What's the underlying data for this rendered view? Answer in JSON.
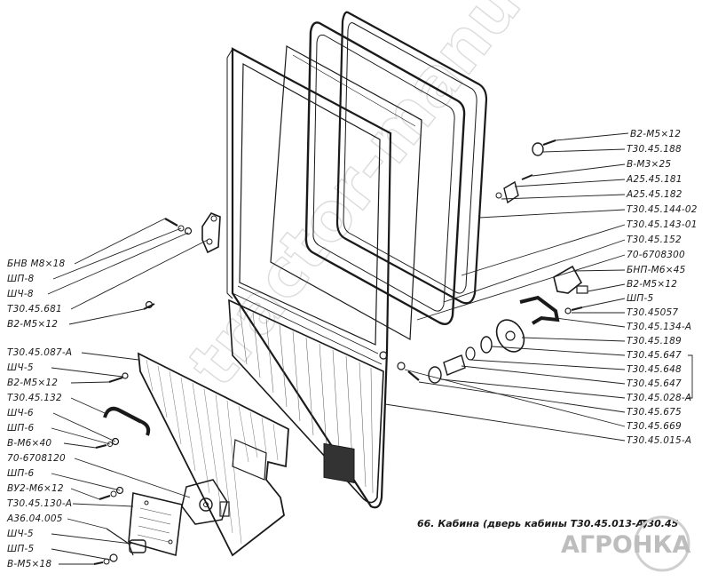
{
  "caption": "66. Кабина (дверь кабины Т30.45.013-А)",
  "code": "Т30.45",
  "watermark": "tractor-manual",
  "logo": {
    "text": "АГРОНКА"
  },
  "labels_right": [
    "В2-М5×12",
    "Т30.45.188",
    "В-М3×25",
    "А25.45.181",
    "А25.45.182",
    "Т30.45.144-02",
    "Т30.45.143-01",
    "Т30.45.152",
    "70-6708300",
    "БНП-М6×45",
    "В2-М5×12",
    "ШП-5",
    "Т30.45057",
    "Т30.45.134-А",
    "Т30.45.189",
    "Т30.45.647",
    "Т30.45.648",
    "Т30.45.647",
    "Т30.45.028-А",
    "Т30.45.675",
    "Т30.45.669",
    "Т30.45.015-А"
  ],
  "labels_left_upper": [
    "БНВ М8×18",
    "ШП-8",
    "ШЧ-8",
    "Т30.45.681",
    "В2-М5×12"
  ],
  "labels_left_lower": [
    "Т30.45.087-А",
    "ШЧ-5",
    "В2-М5×12",
    "Т30.45.132",
    "ШЧ-6",
    "ШП-6",
    "В-М6×40",
    "70-6708120",
    "ШП-6",
    "ВУ2-М6×12",
    "Т30.45.130-А",
    "А36.04.005",
    "ШЧ-5",
    "ШП-5",
    "В-М5×18"
  ]
}
